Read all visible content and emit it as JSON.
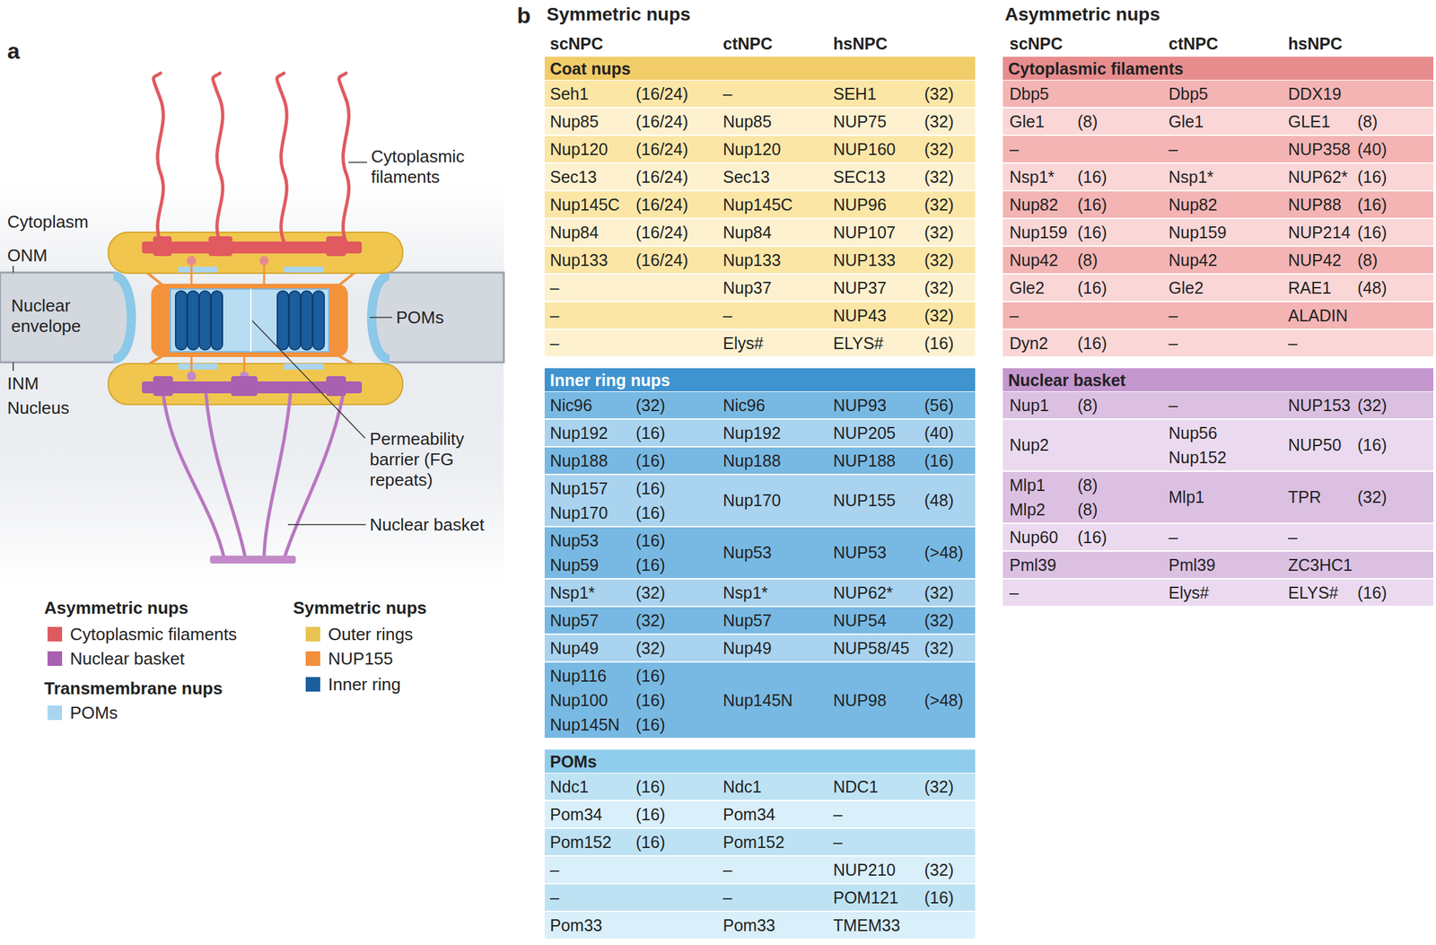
{
  "diagram": {
    "nodes": [
      {
        "text": [
          "Coat nups"
        ]
      },
      {
        "text": [
          "Inner ring nups"
        ]
      },
      {
        "text": [
          "POMs"
        ]
      },
      {
        "text": [
          "Cytoplasmic filaments"
        ]
      },
      {
        "text": [
          "Nuclear basket"
        ]
      }
    ],
    "labels": [
      "a",
      "Cytoplasmic filaments",
      "Cytoplasm",
      "ONM",
      "Nuclear envelope",
      "POMs",
      "INM",
      "Nucleus",
      "Permeability barrier (FG repeats)",
      "Nuclear basket",
      "Asymmetric nups",
      "Transmembrane nups",
      "Symmetric nups",
      "b",
      "Symmetric nups",
      "scNPC",
      "ctNPC",
      "hsNPC",
      "Asymmetric nups",
      "scNPC",
      "ctNPC",
      "hsNPC",
      "Seh1",
      "(16/24)",
      "–",
      "SEH1",
      "(32)",
      "Nup85",
      "(16/24)",
      "Nup85",
      "NUP75",
      "(32)",
      "Nup120",
      "(16/24)",
      "Nup120",
      "NUP160",
      "(32)",
      "Sec13",
      "(16/24)",
      "Sec13",
      "SEC13",
      "(32)",
      "Nup145C",
      "(16/24)",
      "Nup145C",
      "NUP96",
      "(32)",
      "Nup84",
      "(16/24)",
      "Nup84",
      "NUP107",
      "(32)",
      "Nup133",
      "(16/24)",
      "Nup133",
      "NUP133",
      "(32)",
      "–",
      "Nup37",
      "NUP37",
      "(32)",
      "–",
      "–",
      "NUP43",
      "(32)",
      "–",
      "Elys#",
      "ELYS#",
      "(16)",
      "Nic96",
      "(32)",
      "Nic96",
      "NUP93",
      "(56)",
      "Nup192",
      "(16)",
      "Nup192",
      "NUP205",
      "(40)",
      "Nup188",
      "(16)",
      "Nup188",
      "NUP188",
      "(16)",
      "Nup157",
      "Nup170",
      "(16)",
      "(16)",
      "Nup170",
      "NUP155",
      "(48)",
      "Nup53",
      "Nup59",
      "(16)",
      "(16)",
      "Nup53",
      "NUP53",
      "(>48)",
      "Nsp1*",
      "(32)",
      "Nsp1*",
      "NUP62*",
      "(32)",
      "Nup57",
      "(32)",
      "Nup57",
      "NUP54",
      "(32)",
      "Nup49",
      "(32)",
      "Nup49",
      "NUP58/45",
      "(32)",
      "Nup116",
      "Nup100",
      "Nup145N",
      "(16)",
      "(16)",
      "(16)",
      "Nup145N",
      "NUP98",
      "(>48)",
      "Ndc1",
      "(16)",
      "Ndc1",
      "NDC1",
      "(32)",
      "Pom34",
      "(16)",
      "Pom34",
      "–",
      "Pom152",
      "(16)",
      "Pom152",
      "–",
      "–",
      "–",
      "NUP210",
      "(32)",
      "–",
      "–",
      "POM121",
      "(16)",
      "Pom33",
      "Pom33",
      "TMEM33",
      "Dbp5",
      "Dbp5",
      "DDX19",
      "Gle1",
      "(8)",
      "Gle1",
      "GLE1",
      "(8)",
      "–",
      "–",
      "NUP358",
      "(40)",
      "Nsp1*",
      "(16)",
      "Nsp1*",
      "NUP62*",
      "(16)",
      "Nup82",
      "(16)",
      "Nup82",
      "NUP88",
      "(16)",
      "Nup159",
      "(16)",
      "Nup159",
      "NUP214",
      "(16)",
      "Nup42",
      "(8)",
      "Nup42",
      "NUP42",
      "(8)",
      "Gle2",
      "(16)",
      "Gle2",
      "RAE1",
      "(48)",
      "–",
      "–",
      "ALADIN",
      "Dyn2",
      "(16)",
      "–",
      "–",
      "Nup1",
      "(8)",
      "–",
      "NUP153",
      "(32)",
      "Nup2",
      "Nup56",
      "Nup152",
      "NUP50",
      "(16)",
      "Mlp1",
      "Mlp2",
      "(8)",
      "(8)",
      "Mlp1",
      "TPR",
      "(32)",
      "Nup60",
      "(16)",
      "–",
      "–",
      "Pml39",
      "Pml39",
      "ZC3HC1",
      "–",
      "Elys#",
      "ELYS#",
      "(16)"
    ],
    "legend": [
      {
        "text": "Cytoplasmic filaments",
        "color": "#dd5b60"
      },
      {
        "text": "Nuclear basket",
        "color": "#a860b0"
      },
      {
        "text": "POMs",
        "color": "#a9d5ef"
      },
      {
        "text": "Outer rings",
        "color": "#e8c350"
      },
      {
        "text": "NUP155",
        "color": "#f28f3b"
      },
      {
        "text": "Inner ring",
        "color": "#1b5e9e"
      }
    ]
  }
}
